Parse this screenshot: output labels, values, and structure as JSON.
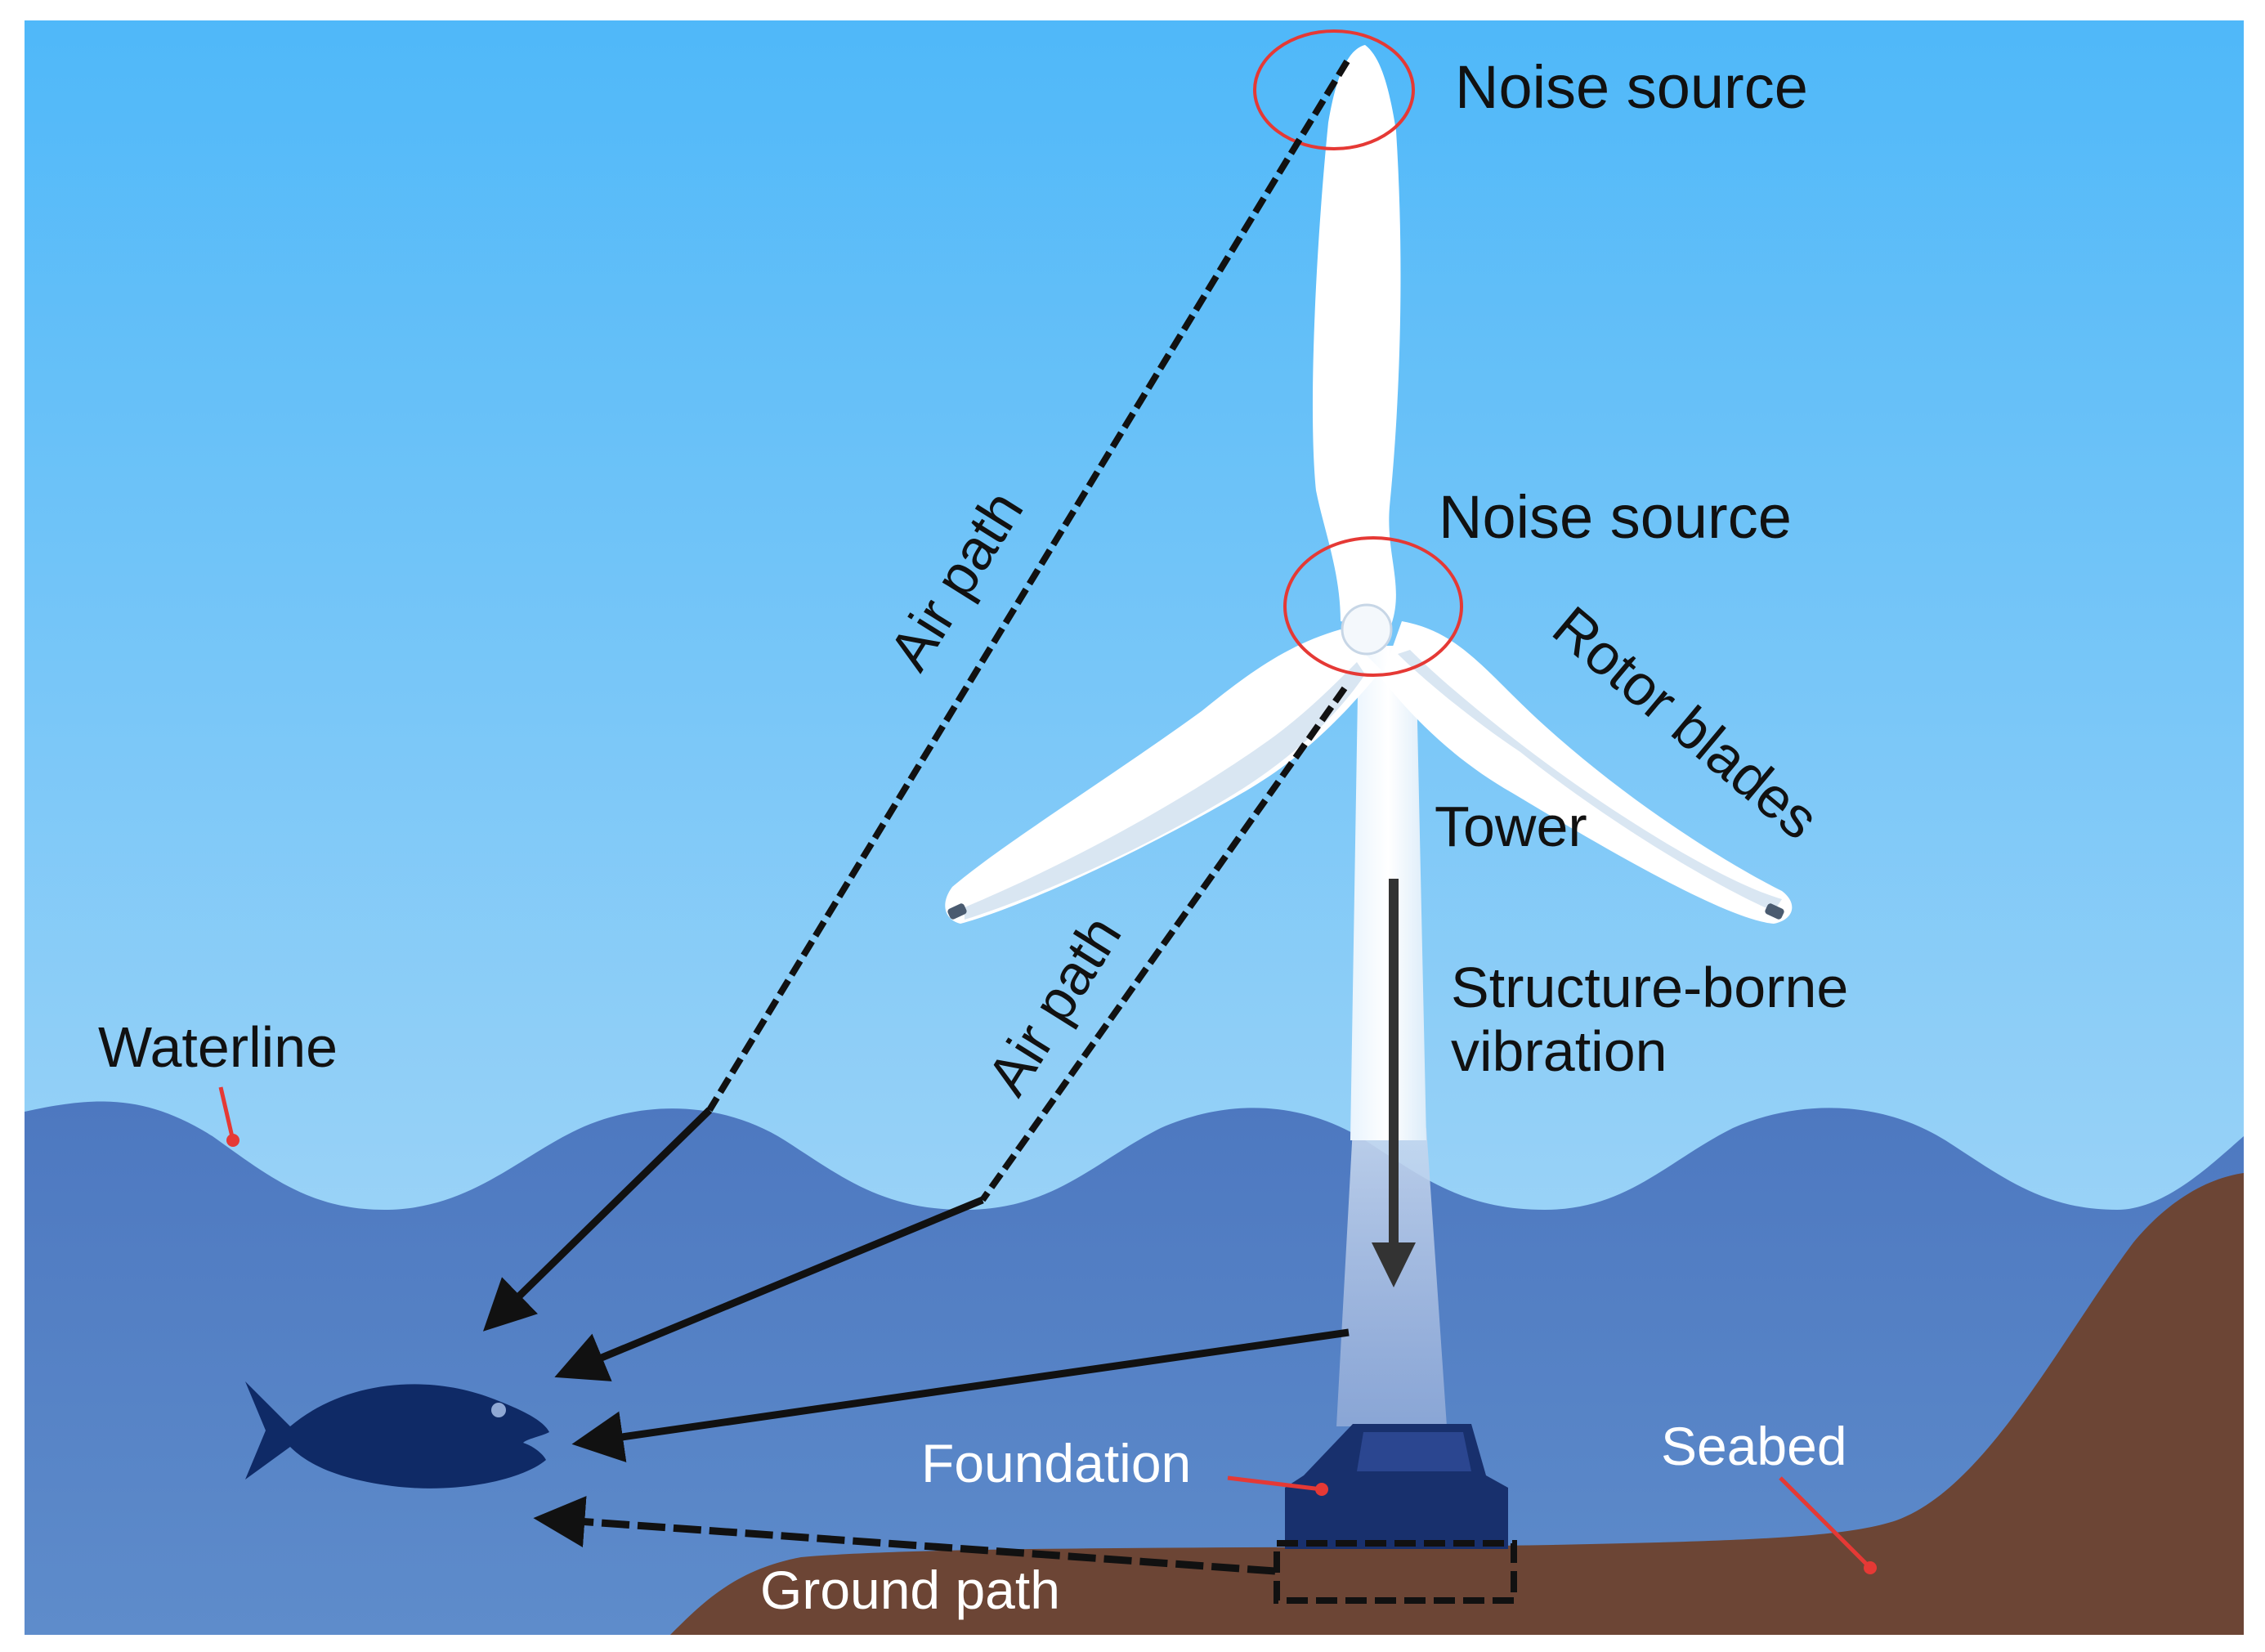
{
  "labels": {
    "noise_source_top": "Noise source",
    "noise_source_hub": "Noise source",
    "rotor_blades": "Rotor blades",
    "tower": "Tower",
    "structure_borne_line1": "Structure-borne",
    "structure_borne_line2": "vibration",
    "air_path_long": "Air path",
    "air_path_short": "Air path",
    "waterline": "Waterline",
    "foundation": "Foundation",
    "seabed": "Seabed",
    "ground_path": "Ground path"
  },
  "colors": {
    "sky_top": "#4fb8f9",
    "sky_bottom": "#a9d6f6",
    "water": "#5a85c8",
    "water_deep": "#4d77bd",
    "seabed": "#6e4636",
    "turbine": "#ffffff",
    "foundation": "#1a2f6e",
    "fish": "#0f2a66",
    "path_line": "#111111",
    "marker": "#e53935",
    "annotation_pointer": "#e53935"
  },
  "icons": {
    "fish": "fish-icon",
    "turbine": "wind-turbine-icon"
  }
}
